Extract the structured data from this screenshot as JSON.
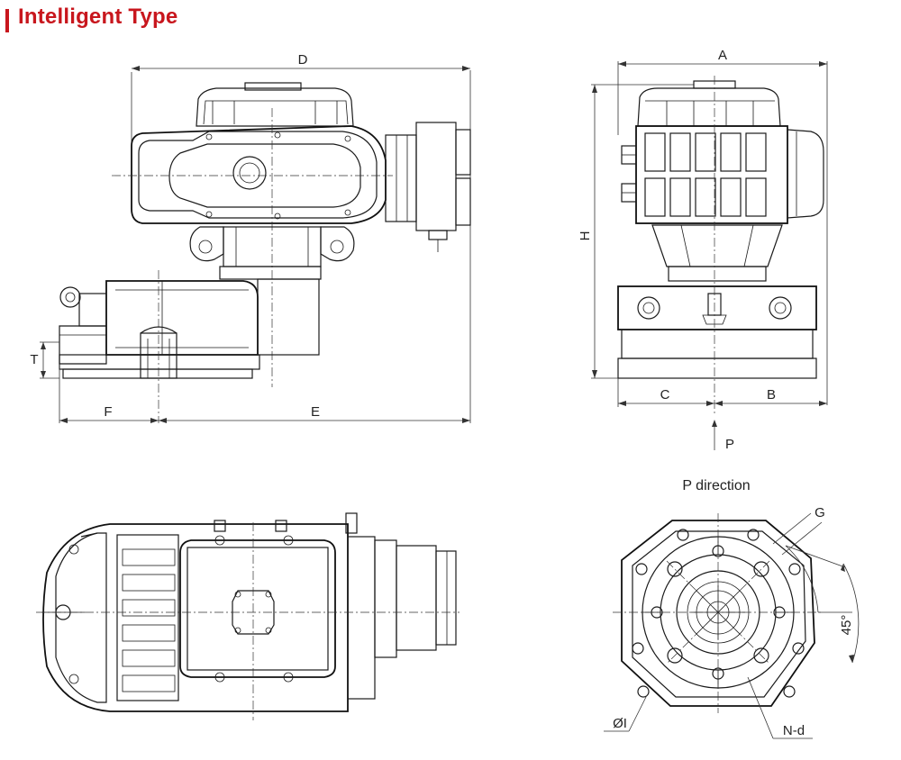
{
  "header": {
    "title": "Intelligent Type",
    "accent": "#c8161d"
  },
  "front_view": {
    "dims": {
      "D": "D",
      "T": "T",
      "F": "F",
      "E": "E"
    }
  },
  "side_view": {
    "dims": {
      "A": "A",
      "H": "H",
      "C": "C",
      "B": "B",
      "P": "P"
    }
  },
  "flange_view": {
    "title": "P direction",
    "labels": {
      "G": "G",
      "angle": "45°",
      "I": "ØI",
      "Nd": "N-d"
    }
  }
}
